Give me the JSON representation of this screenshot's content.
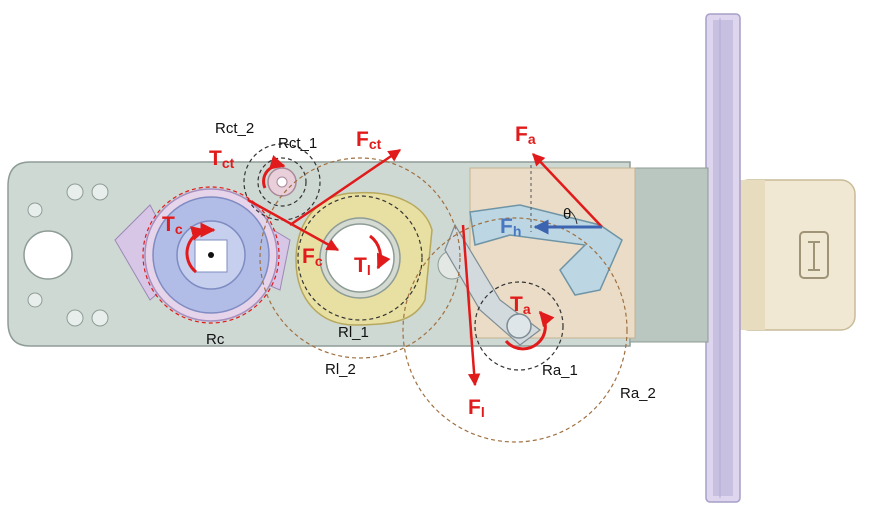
{
  "labels": {
    "Rct_2": "Rct_2",
    "Rct_1": "Rct_1",
    "Rc": "Rc",
    "Rl_1": "Rl_1",
    "Rl_2": "Rl_2",
    "Ra_1": "Ra_1",
    "Ra_2": "Ra_2",
    "theta": "θ"
  },
  "forces": {
    "Tct_main": "T",
    "Tct_sub": "ct",
    "Fct_main": "F",
    "Fct_sub": "ct",
    "Fa_main": "F",
    "Fa_sub": "a",
    "Fh_main": "F",
    "Fh_sub": "h",
    "Tc_main": "T",
    "Tc_sub": "c",
    "Fc_main": "F",
    "Fc_sub": "c",
    "Tl_main": "T",
    "Tl_sub": "l",
    "Ta_main": "T",
    "Ta_sub": "a",
    "Fl_main": "F",
    "Fl_sub": "l"
  },
  "colors": {
    "force_red": "#e11b1b",
    "force_blue": "#3c64b0",
    "housing": "#c9d4cf",
    "faceplate": "#c8c0e0",
    "cam_blue": "#a9b6e0",
    "gear_yellow": "#e6dc9e",
    "tan_block": "#e9dcc6",
    "lever_lightblue": "#bcd6e2"
  },
  "icons": {
    "cylinder_logo": "key-cylinder-logo-icon"
  }
}
